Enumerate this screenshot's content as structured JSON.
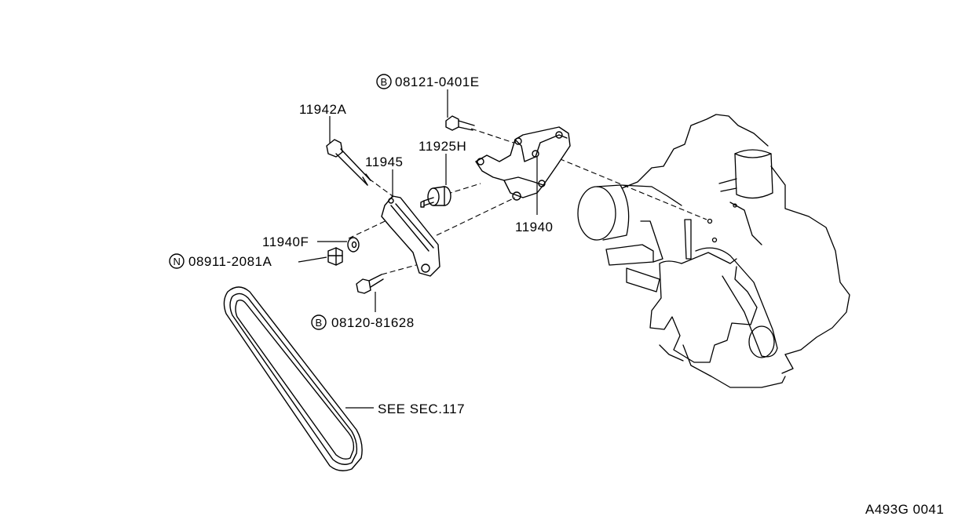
{
  "labels": {
    "bolt_top": "08121-0401E",
    "bolt_top_prefix": "B",
    "long_bolt": "11942A",
    "bracket_small": "11945",
    "idler_pulley": "11925H",
    "bracket_main": "11940",
    "washer": "11940F",
    "nut": "08911-2081A",
    "nut_prefix": "N",
    "bolt_bottom": "08120-81628",
    "bolt_bottom_prefix": "B",
    "belt": "SEE SEC.117",
    "figure_code": "A493G 0041"
  }
}
